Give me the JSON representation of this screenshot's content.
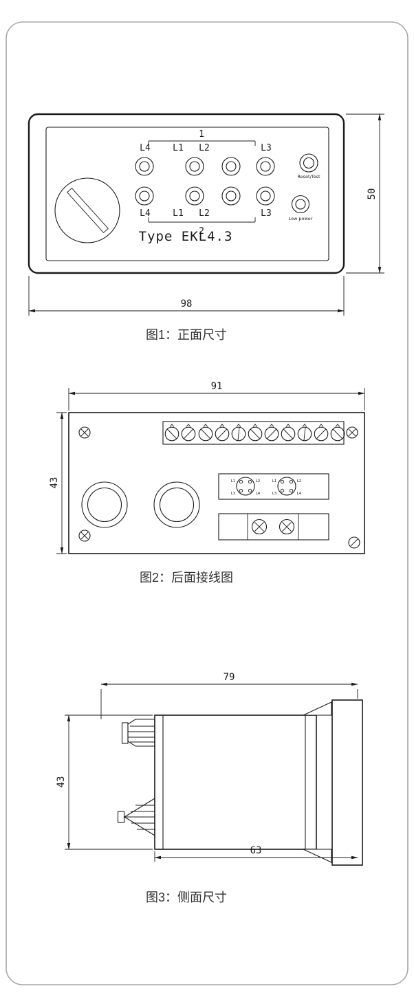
{
  "figure1": {
    "caption": "图1：正面尺寸",
    "group1_label": "1",
    "group2_label": "2",
    "top_labels": [
      "L4",
      "L1",
      "L2",
      "L3"
    ],
    "bottom_labels": [
      "L4",
      "L1",
      "L2",
      "L3"
    ],
    "type_label": "Type EKL4.3",
    "reset_test_label": "Reset/Test",
    "low_power_label": "Low power",
    "dim_width": "98",
    "dim_height": "50"
  },
  "figure2": {
    "caption": "图2：后面接线图",
    "dim_width": "91",
    "dim_height": "43",
    "left_connector": [
      "L1",
      "L2",
      "L3",
      "L4"
    ],
    "right_connector": [
      "L1",
      "L2",
      "L3",
      "L4"
    ]
  },
  "figure3": {
    "caption": "图3：侧面尺寸",
    "dim_width": "79",
    "dim_height": "43",
    "dim_depth": "63"
  },
  "colors": {
    "line": "#1a1a1a",
    "border": "#a8a8a8"
  }
}
